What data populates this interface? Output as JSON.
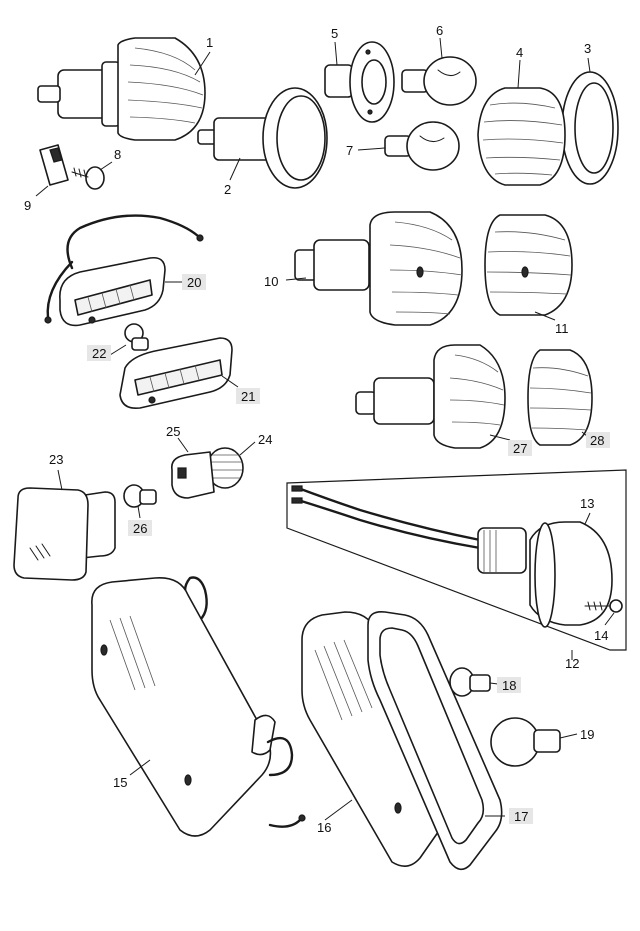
{
  "callouts": {
    "c1": "1",
    "c2": "2",
    "c3": "3",
    "c4": "4",
    "c5": "5",
    "c6": "6",
    "c7": "7",
    "c8": "8",
    "c9": "9",
    "c10": "10",
    "c11": "11",
    "c12": "12",
    "c13": "13",
    "c14": "14",
    "c15": "15",
    "c16": "16",
    "c17": "17",
    "c18": "18",
    "c19": "19",
    "c20": "20",
    "c21": "21",
    "c22": "22",
    "c23": "23",
    "c24": "24",
    "c25": "25",
    "c26": "26",
    "c27": "27",
    "c28": "28"
  },
  "colors": {
    "ink": "#1a1a1a",
    "paper": "#ffffff",
    "label_highlight": "#e6e6e6"
  }
}
